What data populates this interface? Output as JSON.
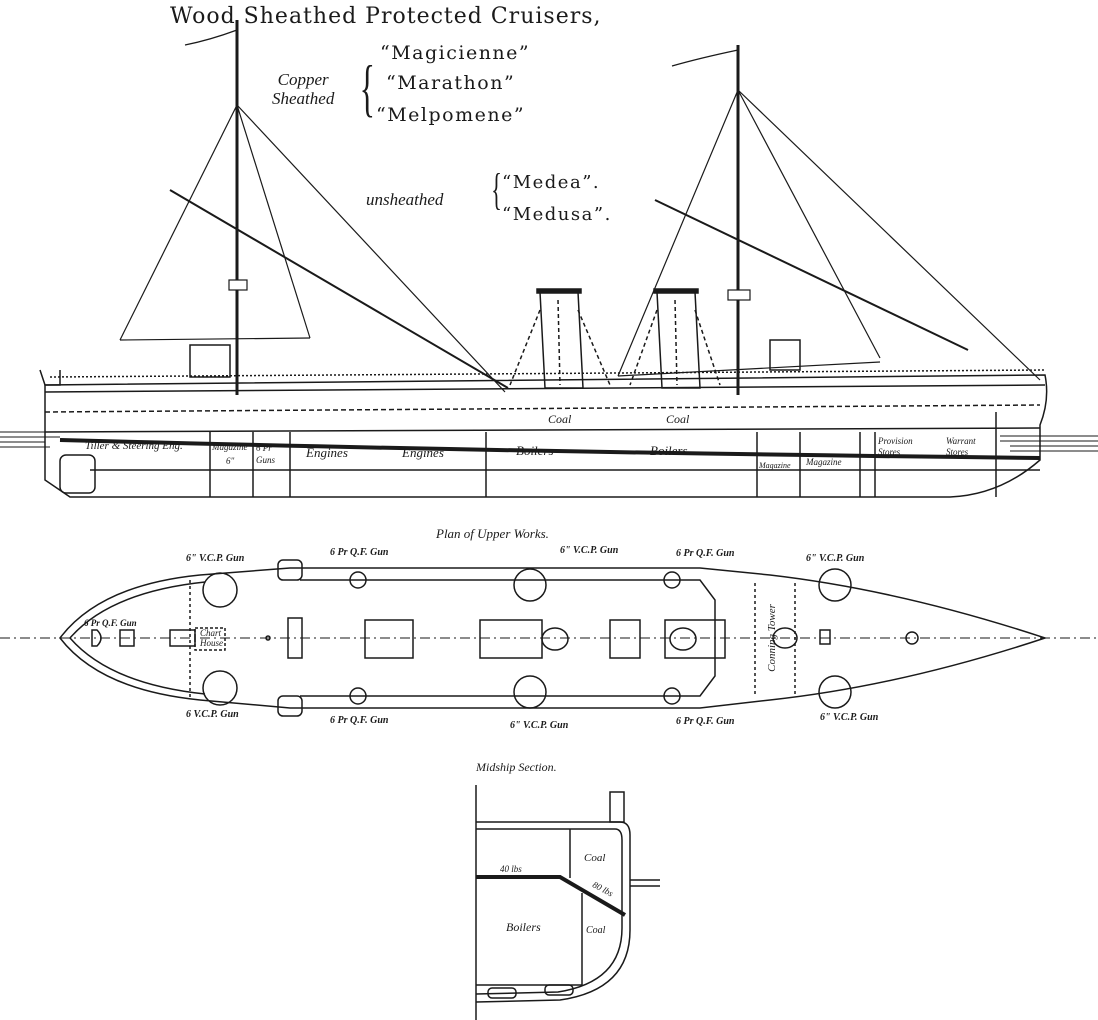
{
  "title": "Wood Sheathed Protected Cruisers,",
  "groups": [
    {
      "label_line1": "Copper",
      "label_line2": "Sheathed",
      "ships": [
        "“Magicienne”",
        "“Marathon”",
        "“Melpomene”"
      ]
    },
    {
      "label": "unsheathed",
      "ships": [
        "“Medea”.",
        "“Medusa”."
      ]
    }
  ],
  "profile": {
    "compartments": [
      "Tiller & Steering Eng.",
      "Magazine",
      "6\"",
      "6 Pr Guns",
      "Engines",
      "Engines",
      "Boilers",
      "Boilers",
      "Magazine",
      "Magazine",
      "Provision Stores",
      "Warrant Stores"
    ],
    "bunkers": [
      "Coal",
      "Coal"
    ]
  },
  "plan": {
    "title": "Plan of Upper Works.",
    "guns_top": [
      "6\" V.C.P. Gun",
      "6 Pr Q.F. Gun",
      "6\" V.C.P. Gun",
      "6 Pr Q.F. Gun",
      "6\" V.C.P. Gun"
    ],
    "guns_bottom": [
      "6 V.C.P. Gun",
      "6 Pr Q.F. Gun",
      "6\" V.C.P. Gun",
      "6 Pr Q.F. Gun",
      "6\" V.C.P. Gun"
    ],
    "stern_gun": "6 Pr Q.F. Gun",
    "chart_house": [
      "Chart",
      "House"
    ],
    "conning_tower": "Conning Tower"
  },
  "section": {
    "title": "Midship Section.",
    "labels": [
      "Coal",
      "Boilers",
      "Coal"
    ],
    "armour": [
      "40 lbs",
      "80 lbs"
    ]
  }
}
